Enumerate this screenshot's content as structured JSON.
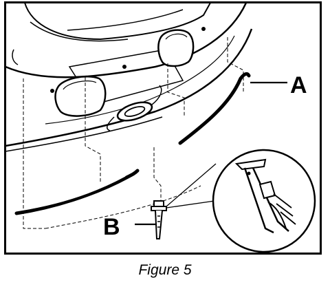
{
  "figure": {
    "caption": "Figure 5",
    "callouts": {
      "a": "A",
      "b": "B"
    }
  }
}
